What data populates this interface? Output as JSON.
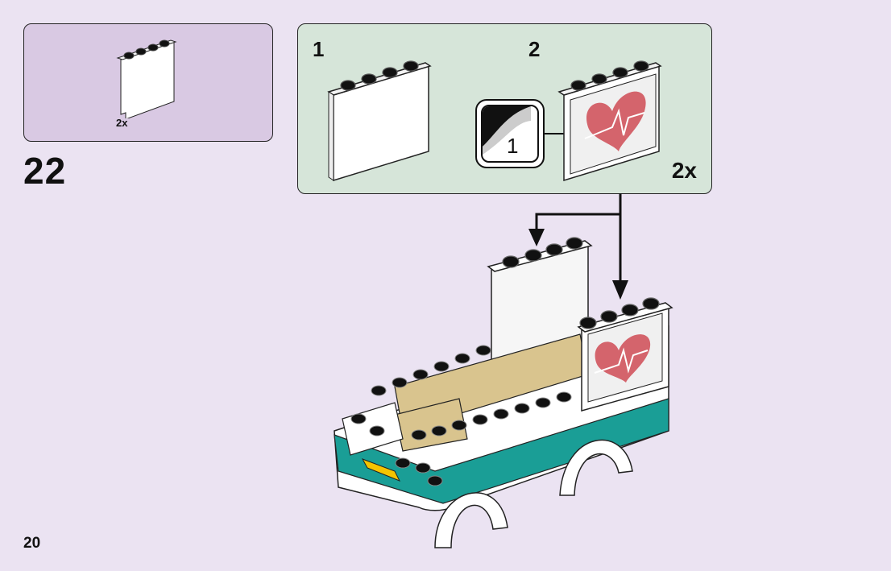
{
  "page": {
    "number": "20",
    "background_color": "#ebe3f2"
  },
  "parts_list": {
    "background_color": "#d9c9e3",
    "items": [
      {
        "part": "white-panel-1x4x3",
        "quantity": "2x"
      }
    ]
  },
  "step": {
    "number": "22"
  },
  "sub_assembly": {
    "background_color": "#d6e5d9",
    "steps": [
      {
        "number": "1",
        "part": "white-panel-1x4x3"
      },
      {
        "number": "2",
        "part": "white-panel-1x4x3-with-heart-sticker"
      }
    ],
    "sticker": {
      "number": "1",
      "icon": "sticker-peel-icon",
      "design": "heart-pulse"
    },
    "quantity": "2x"
  },
  "colors": {
    "heart": "#d4646c",
    "teal": "#1a9e96",
    "tan": "#d9c48e",
    "yellow": "#f5c400",
    "stud": "#111111"
  }
}
